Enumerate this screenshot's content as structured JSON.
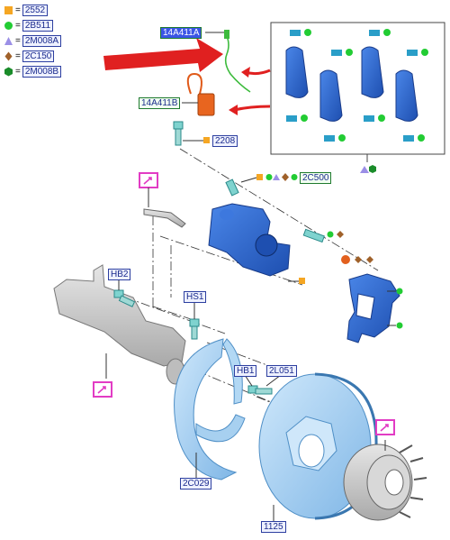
{
  "legend": [
    {
      "code": "2552",
      "symbol": "square",
      "color": "#f5a623"
    },
    {
      "code": "2B511",
      "symbol": "circle",
      "color": "#22cc33"
    },
    {
      "code": "2M008A",
      "symbol": "triangle",
      "color": "#9b8fe6"
    },
    {
      "code": "2C150",
      "symbol": "diamond",
      "color": "#a0612a"
    },
    {
      "code": "2M008B",
      "symbol": "hexagon",
      "color": "#1a8c2a"
    }
  ],
  "callouts": {
    "sensor_a": "14A411A",
    "sensor_b": "14A411B",
    "bolt_top": "2208",
    "caliper_kit": "2C500",
    "hb2": "HB2",
    "hs1": "HS1",
    "hb1": "HB1",
    "bolt_2l051": "2L051",
    "shield": "2C029",
    "rotor": "1125"
  },
  "colors": {
    "part_blue": "#2a62c8",
    "shield_blue": "#8ec6ee",
    "arrow_red": "#e02020",
    "wire_green": "#3dbb3d",
    "magenta": "#e23cc4"
  }
}
